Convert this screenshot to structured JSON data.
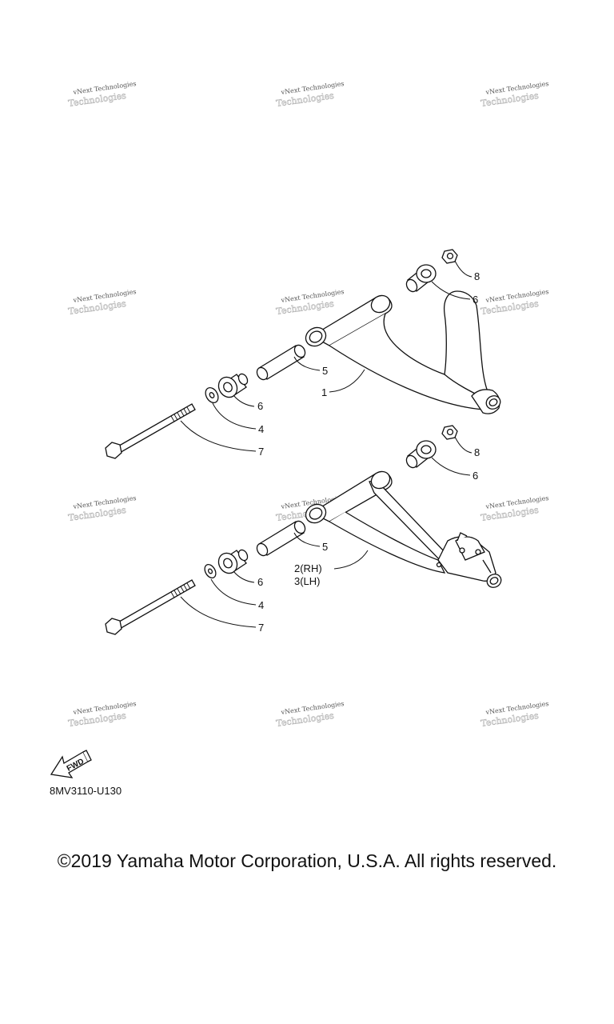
{
  "watermark": {
    "text": "vNext Technologies",
    "ghost_text": "Technologies"
  },
  "callouts": {
    "upper": {
      "c8": "8",
      "c6a": "6",
      "c5": "5",
      "c1": "1",
      "c6b": "6",
      "c4": "4",
      "c7": "7"
    },
    "lower": {
      "c8": "8",
      "c6a": "6",
      "c5": "5",
      "c2": "2(RH)",
      "c3": "3(LH)",
      "c6b": "6",
      "c4": "4",
      "c7": "7"
    }
  },
  "fwd_label": "FWD",
  "diagram_code": "8MV3110-U130",
  "copyright": "©2019 Yamaha Motor Corporation, U.S.A. All rights reserved."
}
